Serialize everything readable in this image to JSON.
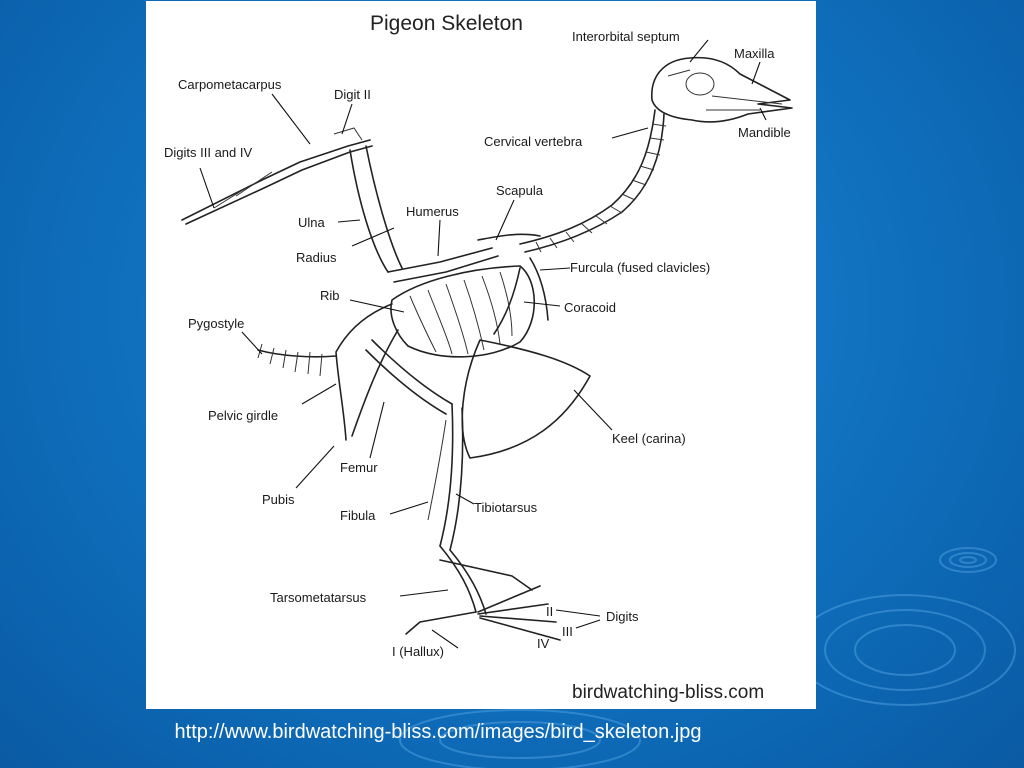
{
  "slide": {
    "caption": "http://www.birdwatching-bliss.com/images/bird_skeleton.jpg",
    "background_color": "#1279c8"
  },
  "diagram": {
    "title": "Pigeon Skeleton",
    "watermark": "birdwatching-bliss.com",
    "labels": {
      "interorbital_septum": "Interorbital septum",
      "maxilla": "Maxilla",
      "mandible": "Mandible",
      "carpometacarpus": "Carpometacarpus",
      "digit_ii": "Digit II",
      "digits_iii_iv": "Digits III and IV",
      "cervical_vertebra": "Cervical vertebra",
      "scapula": "Scapula",
      "humerus": "Humerus",
      "ulna": "Ulna",
      "radius": "Radius",
      "furcula": "Furcula (fused clavicles)",
      "rib": "Rib",
      "coracoid": "Coracoid",
      "pygostyle": "Pygostyle",
      "pelvic_girdle": "Pelvic girdle",
      "keel": "Keel (carina)",
      "femur": "Femur",
      "pubis": "Pubis",
      "fibula": "Fibula",
      "tibiotarsus": "Tibiotarsus",
      "tarsometatarsus": "Tarsometatarsus",
      "toe_ii": "II",
      "toe_iii": "III",
      "toe_iv": "IV",
      "digits": "Digits",
      "hallux": "I (Hallux)"
    }
  }
}
